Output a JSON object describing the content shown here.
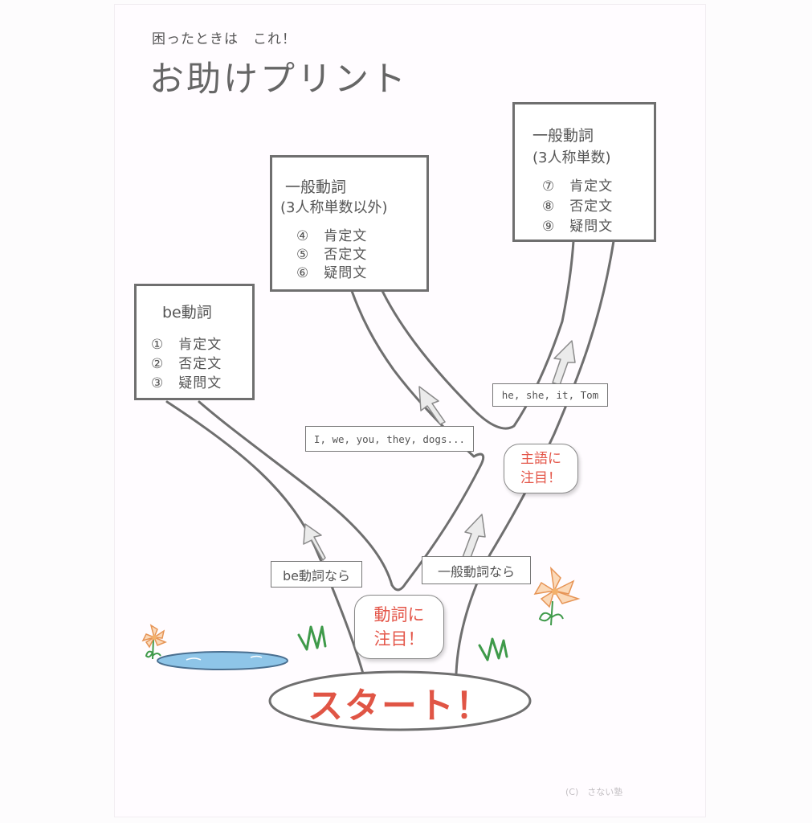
{
  "header": {
    "subtitle": "困ったときは　これ！",
    "title": "お助けプリント"
  },
  "boxes": {
    "be": {
      "heading": "be動詞",
      "items": [
        "①　肯定文",
        "②　否定文",
        "③　疑問文"
      ]
    },
    "general_other": {
      "heading_line1": "一般動詞",
      "heading_line2": "(3人称単数以外)",
      "items": [
        "④　肯定文",
        "⑤　否定文",
        "⑥　疑問文"
      ]
    },
    "general_third": {
      "heading_line1": "一般動詞",
      "heading_line2": "(3人称単数)",
      "items": [
        "⑦　肯定文",
        "⑧　否定文",
        "⑨　疑問文"
      ]
    }
  },
  "labels": {
    "subjects_other": "I, we, you, they, dogs...",
    "subjects_third": "he, she, it, Tom",
    "if_be": "be動詞なら",
    "if_general": "一般動詞なら"
  },
  "bubbles": {
    "verb_line1": "動詞に",
    "verb_line2": "注目！",
    "subject_line1": "主語に",
    "subject_line2": "注目！"
  },
  "start": "スタート！",
  "footer": {
    "copyright": "(C)　さない塾"
  },
  "colors": {
    "outline": "#6f6f6f",
    "accent_red": "#e05545",
    "pond_blue": "#8ec5e8",
    "grass_green": "#3f9a4a",
    "flower_orange": "#f0a868"
  }
}
